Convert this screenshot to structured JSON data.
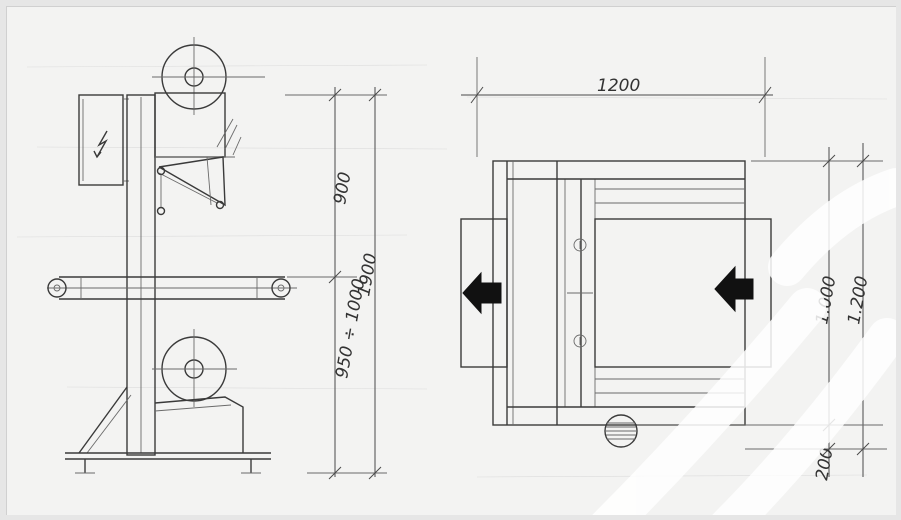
{
  "dimensions": {
    "side_upper": "900",
    "side_lower": "950 ÷ 1000",
    "side_total": "1900",
    "plan_width": "1200",
    "plan_inner": "1.000",
    "plan_total": "1.200",
    "plan_offset": "200"
  },
  "colors": {
    "background": "#e6e6e6",
    "paper": "#f3f3f2",
    "ink": "#3a3a3a",
    "watermark": "#ffffff"
  },
  "icons": [
    "lightning-bolt-icon",
    "arrow-left-icon"
  ]
}
